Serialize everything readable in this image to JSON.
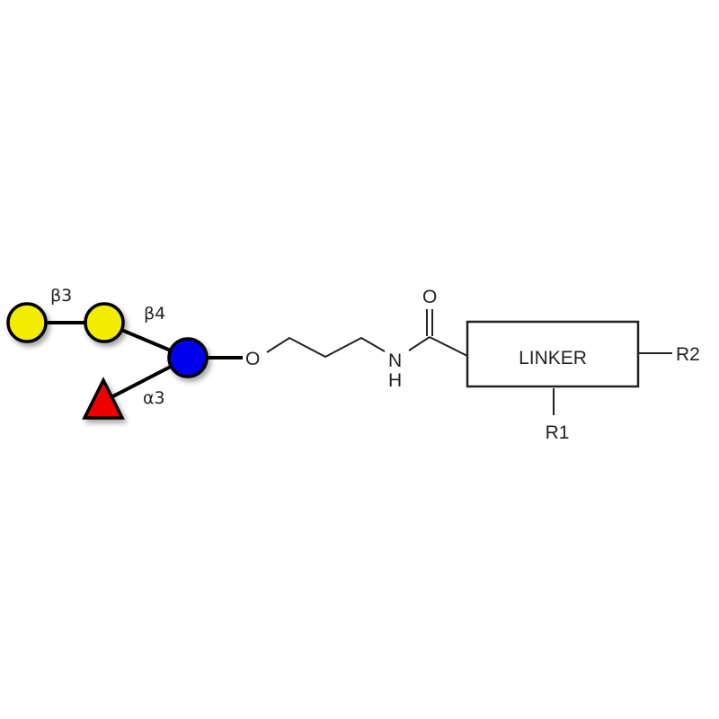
{
  "glycan": {
    "residues": [
      {
        "name": "galactose-1",
        "shape": "circle",
        "color": "#f2ec00"
      },
      {
        "name": "galactose-2",
        "shape": "circle",
        "color": "#f2ec00"
      },
      {
        "name": "glucose",
        "shape": "circle",
        "color": "#0000ee"
      },
      {
        "name": "fucose",
        "shape": "triangle",
        "color": "#ee0000"
      }
    ],
    "linkages": [
      "β3",
      "β4",
      "α3"
    ]
  },
  "spacer": {
    "oxygen": "O",
    "nitrogen": "N",
    "hydrogen": "H",
    "carbonyl_oxygen": "O"
  },
  "linker": {
    "label": "LINKER",
    "r1": "R1",
    "r2": "R2"
  }
}
